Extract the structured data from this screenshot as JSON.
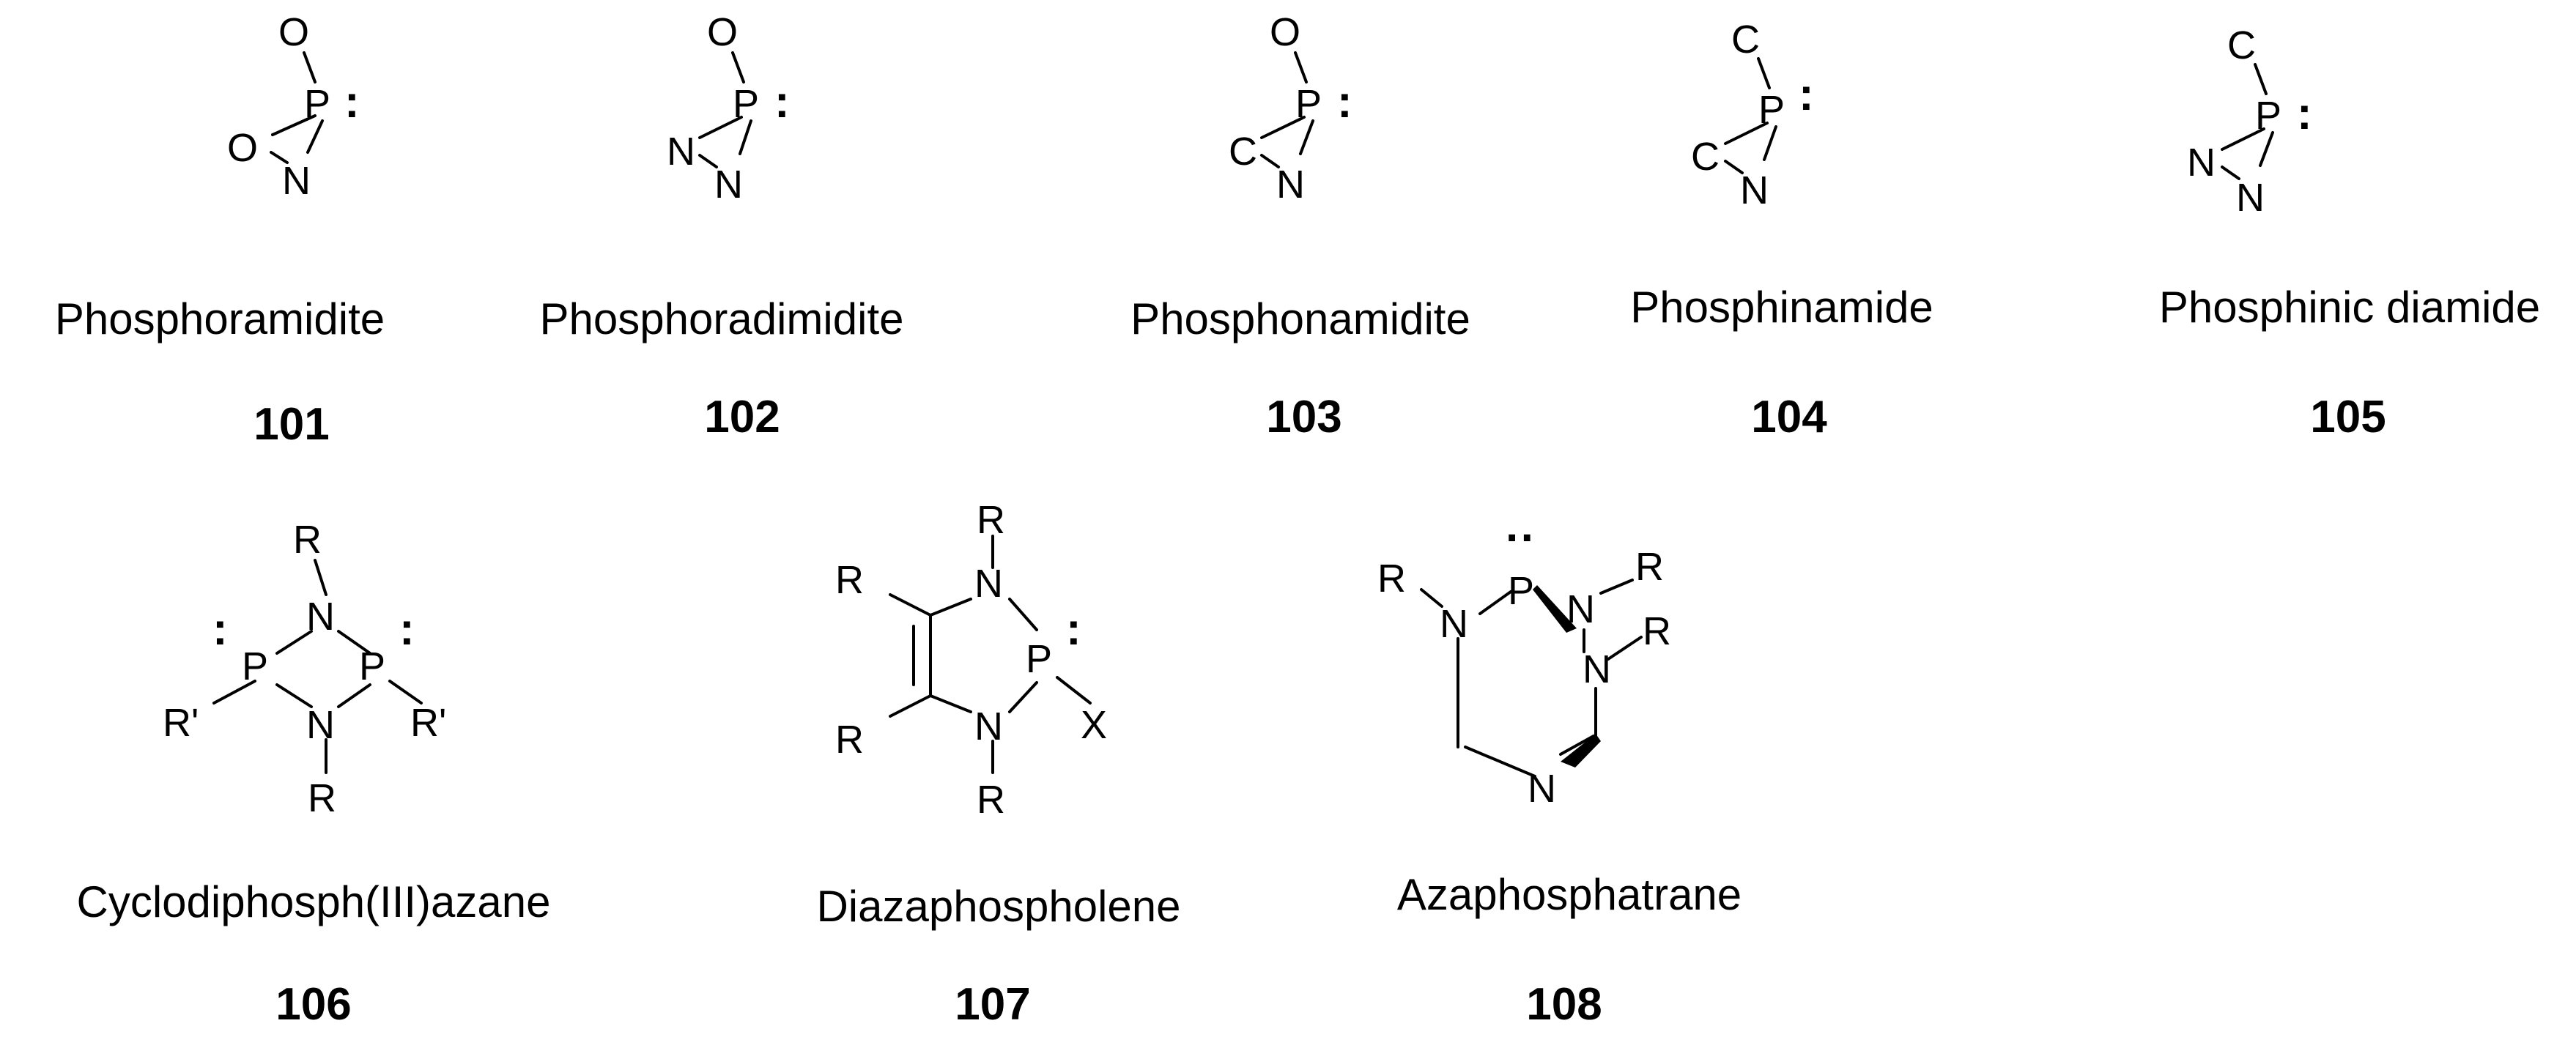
{
  "atoms": {
    "O": "O",
    "N": "N",
    "C": "C",
    "P": "P",
    "R": "R",
    "Rp": "R'",
    "X": "X",
    "lone_pair": ":",
    "lone_pair_top": "··"
  },
  "compounds": [
    {
      "name": "Phosphoramidite",
      "number": "101"
    },
    {
      "name": "Phosphoradimidite",
      "number": "102"
    },
    {
      "name": "Phosphonamidite",
      "number": "103"
    },
    {
      "name": "Phosphinamide",
      "number": "104"
    },
    {
      "name": "Phosphinic diamide",
      "number": "105"
    },
    {
      "name": "Cyclodiphosph(III)azane",
      "number": "106"
    },
    {
      "name": "Diazaphospholene",
      "number": "107"
    },
    {
      "name": "Azaphosphatrane",
      "number": "108"
    }
  ]
}
